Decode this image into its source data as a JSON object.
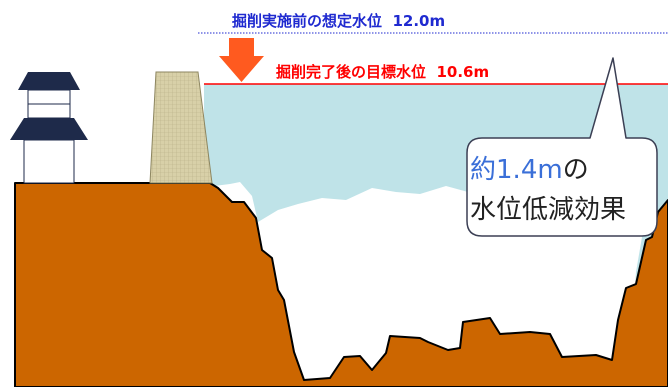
{
  "water_levels": {
    "before_label": "掘削実施前の想定水位",
    "before_value": "12.0m",
    "after_label": "掘削完了後の目標水位",
    "after_value": "10.6m"
  },
  "callout": {
    "prefix": "約",
    "amount": "1.4m",
    "particle": "の",
    "line2": "水位低減効果"
  },
  "colors": {
    "ground": "#cc6600",
    "water": "#bfe3e8",
    "before_line": "#1f2ad0",
    "after_line": "#ff0000",
    "arrow": "#ff5a1f",
    "castle_roof": "#1e2a4a",
    "dam": "#d8d0a8",
    "callout_accent": "#3a6fd8"
  }
}
